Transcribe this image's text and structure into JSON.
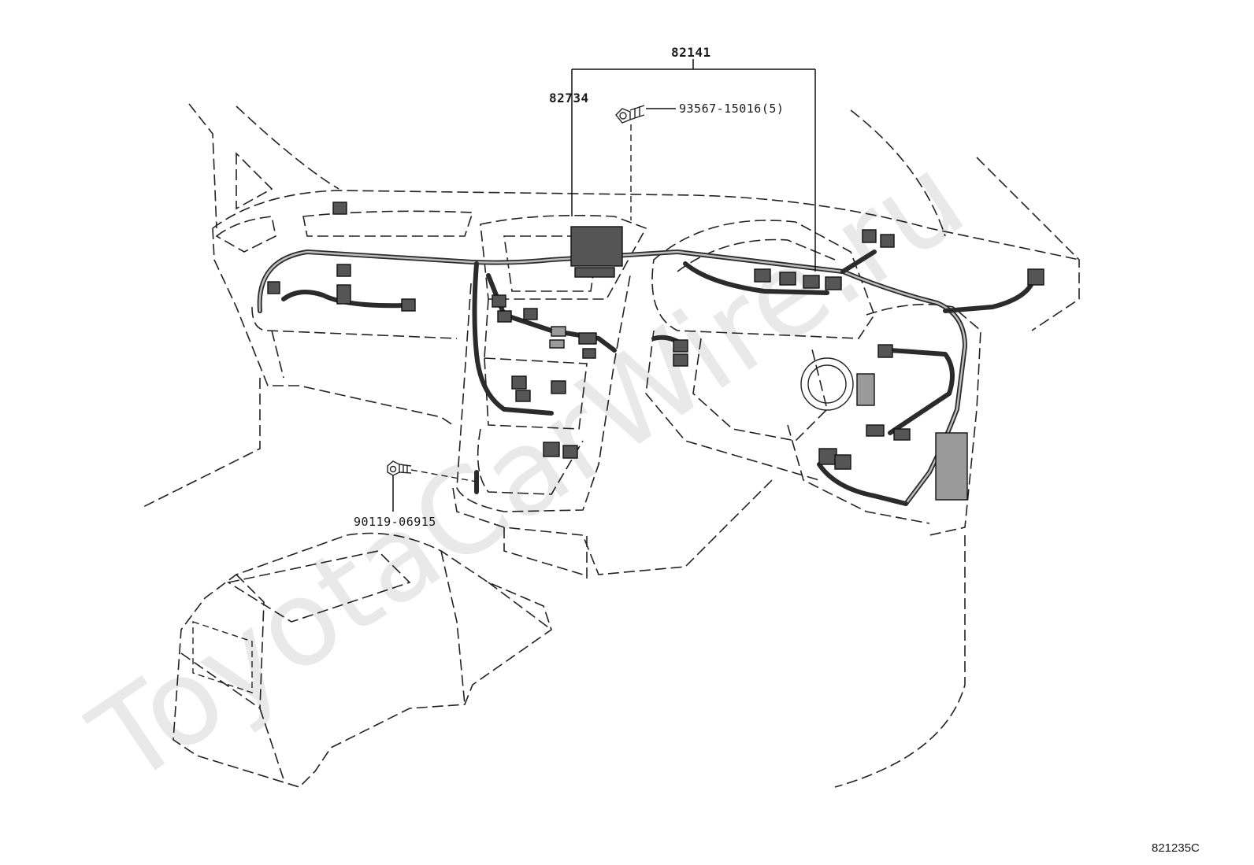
{
  "watermark": "ToyotaCarWire.ru",
  "diagram_ref": "821235C",
  "callouts": {
    "assembly": "82141",
    "sub_harness": "82734",
    "clamp_bolt": "93567-15016(5)",
    "bolt": "90119-06915"
  }
}
